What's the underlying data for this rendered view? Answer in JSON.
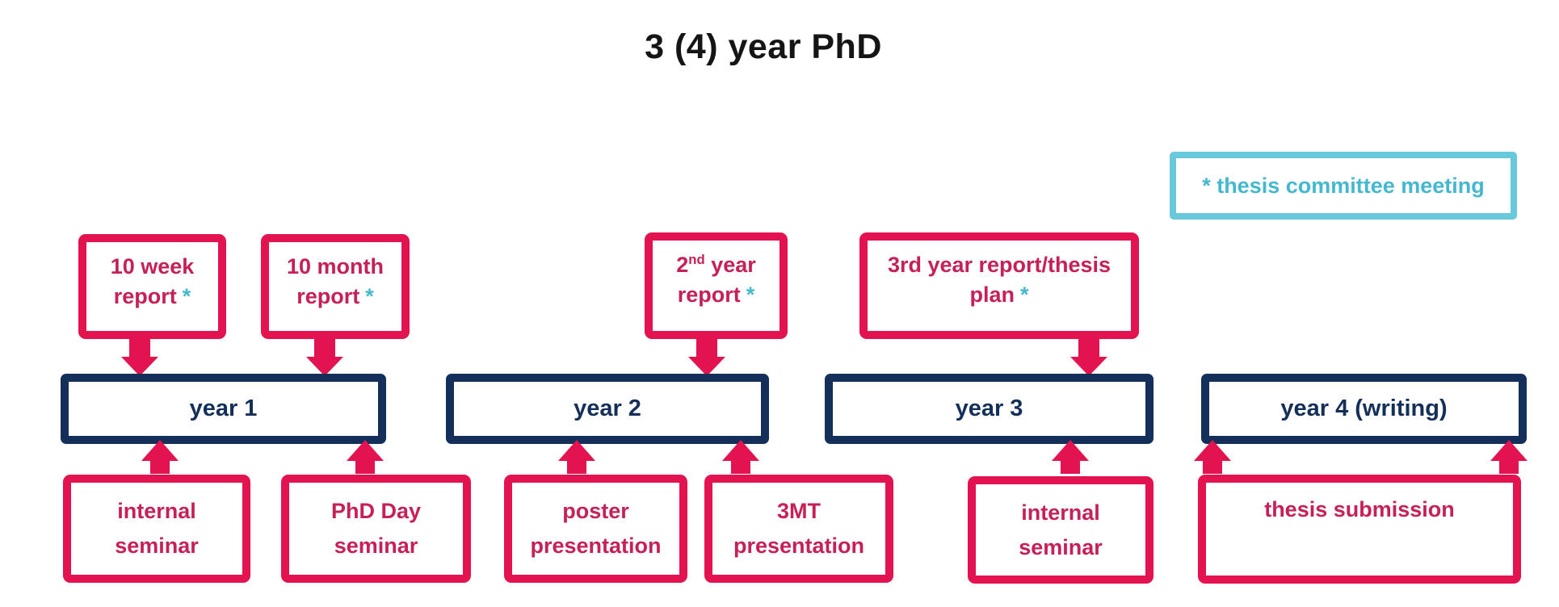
{
  "title": "3 (4) year PhD",
  "legend": {
    "label": "* thesis committee meeting"
  },
  "colors": {
    "pink": "#e3134f",
    "crimson": "#c62057",
    "navy": "#14305a",
    "teal": "#45b8cf",
    "tealborder": "#6ac8dd"
  },
  "milestones": [
    {
      "line1": "10 week",
      "line2": "report",
      "star": "*"
    },
    {
      "line1": "10 month",
      "line2": "report",
      "star": "*"
    },
    {
      "line1_num": "2",
      "line1_sup": "nd",
      "line1_rest": " year",
      "line2": "report",
      "star": "*"
    },
    {
      "line1": "3rd year report/thesis",
      "line2": "plan",
      "star": "*"
    }
  ],
  "years": [
    {
      "label": "year 1"
    },
    {
      "label": "year 2"
    },
    {
      "label": "year 3"
    },
    {
      "label": "year 4 (writing)"
    }
  ],
  "activities": [
    {
      "line1": "internal",
      "line2": "seminar"
    },
    {
      "line1": "PhD Day",
      "line2": "seminar"
    },
    {
      "line1": "poster",
      "line2": "presentation"
    },
    {
      "line1": "3MT",
      "line2": "presentation"
    },
    {
      "line1": "internal",
      "line2": "seminar"
    },
    {
      "line1": "thesis submission"
    }
  ]
}
